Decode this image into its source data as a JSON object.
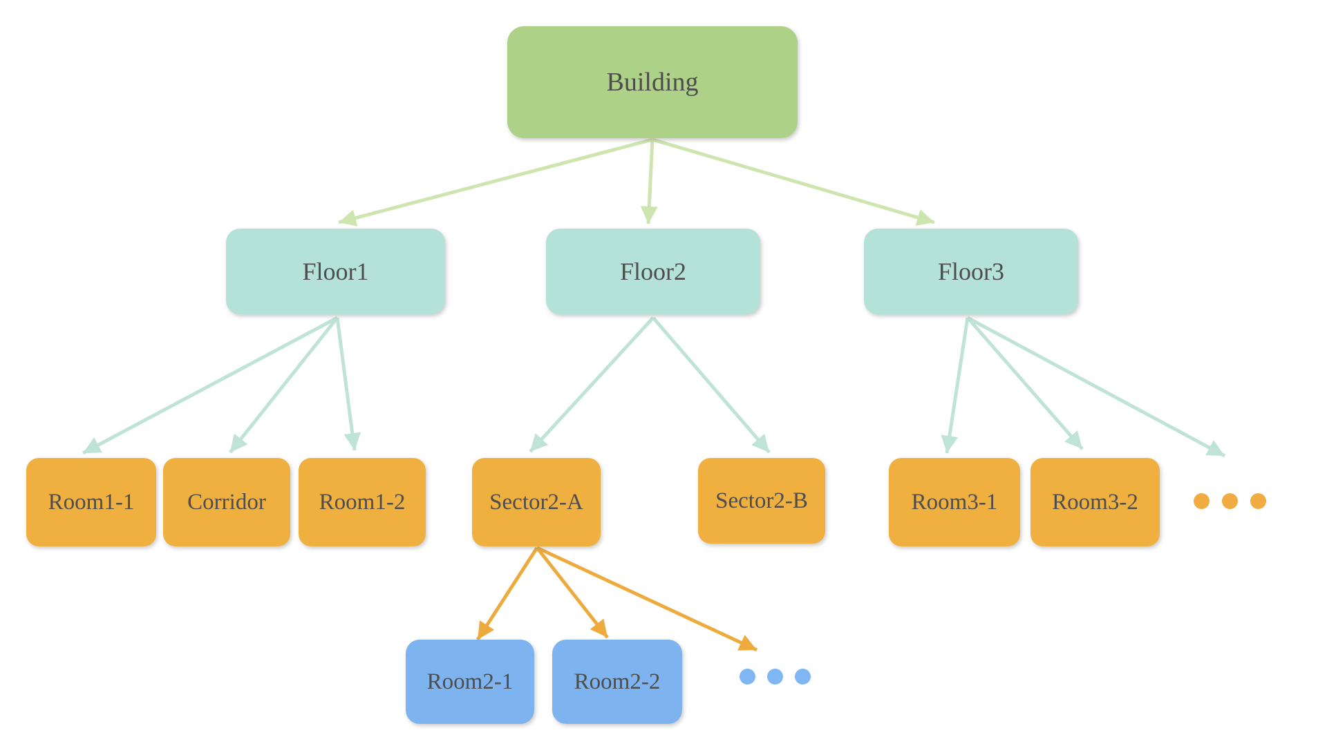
{
  "diagram": {
    "type": "tree",
    "background": "#ffffff",
    "nodes": {
      "building": {
        "label": "Building",
        "fill": "#aed188",
        "level": 0
      },
      "floor1": {
        "label": "Floor1",
        "fill": "#b5e2d8",
        "level": 1
      },
      "floor2": {
        "label": "Floor2",
        "fill": "#b5e2d8",
        "level": 1
      },
      "floor3": {
        "label": "Floor3",
        "fill": "#b5e2d8",
        "level": 1
      },
      "room1_1": {
        "label": "Room1-1",
        "fill": "#f0b03f",
        "level": 2
      },
      "corridor": {
        "label": "Corridor",
        "fill": "#f0b03f",
        "level": 2
      },
      "room1_2": {
        "label": "Room1-2",
        "fill": "#f0b03f",
        "level": 2
      },
      "sector2_a": {
        "label": "Sector2-A",
        "fill": "#f0b03f",
        "level": 2
      },
      "sector2_b": {
        "label": "Sector2-B",
        "fill": "#f0b03f",
        "level": 2
      },
      "room3_1": {
        "label": "Room3-1",
        "fill": "#f0b03f",
        "level": 2
      },
      "room3_2": {
        "label": "Room3-2",
        "fill": "#f0b03f",
        "level": 2
      },
      "room2_1": {
        "label": "Room2-1",
        "fill": "#7db4f0",
        "level": 3
      },
      "room2_2": {
        "label": "Room2-2",
        "fill": "#7db4f0",
        "level": 3
      }
    },
    "edges": [
      {
        "from": "building",
        "to": "floor1",
        "color": "#cfe5b0"
      },
      {
        "from": "building",
        "to": "floor2",
        "color": "#cfe5b0"
      },
      {
        "from": "building",
        "to": "floor3",
        "color": "#cfe5b0"
      },
      {
        "from": "floor1",
        "to": "room1_1",
        "color": "#bfe3d6"
      },
      {
        "from": "floor1",
        "to": "corridor",
        "color": "#bfe3d6"
      },
      {
        "from": "floor1",
        "to": "room1_2",
        "color": "#bfe3d6"
      },
      {
        "from": "floor2",
        "to": "sector2_a",
        "color": "#bfe3d6"
      },
      {
        "from": "floor2",
        "to": "sector2_b",
        "color": "#bfe3d6"
      },
      {
        "from": "floor3",
        "to": "room3_1",
        "color": "#bfe3d6"
      },
      {
        "from": "floor3",
        "to": "room3_2",
        "color": "#bfe3d6"
      },
      {
        "from": "floor3",
        "to": "floor3_more",
        "color": "#bfe3d6"
      },
      {
        "from": "sector2_a",
        "to": "room2_1",
        "color": "#edaa3d"
      },
      {
        "from": "sector2_a",
        "to": "room2_2",
        "color": "#edaa3d"
      },
      {
        "from": "sector2_a",
        "to": "sector2a_more",
        "color": "#edaa3d"
      }
    ],
    "ellipsis": [
      {
        "id": "floor3_more",
        "parent": "floor3",
        "dots": 3,
        "color": "#f0ac40"
      },
      {
        "id": "sector2a_more",
        "parent": "sector2_a",
        "dots": 3,
        "color": "#7fb6f4"
      }
    ],
    "colors": {
      "text": "#4d4d4d",
      "edge_green": "#cfe5b0",
      "edge_teal": "#bfe3d6",
      "edge_orange": "#edaa3d",
      "root_fill": "#aed188",
      "floor_fill": "#b5e2d8",
      "room_fill": "#f0b03f",
      "subroom_fill": "#7db4f0"
    }
  }
}
